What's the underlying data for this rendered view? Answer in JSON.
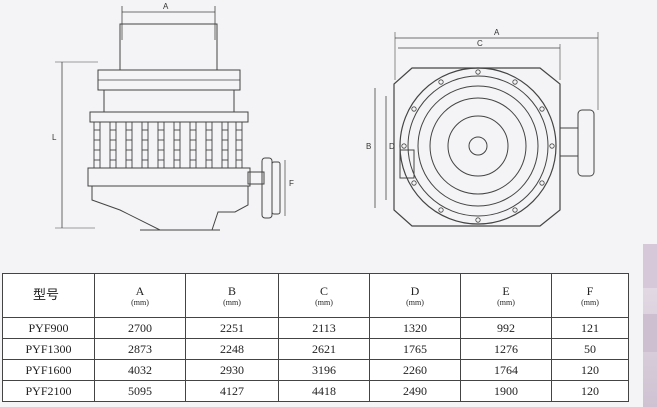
{
  "drawing": {
    "front_view": {
      "dim_labels": [
        "L",
        "A",
        "F"
      ]
    },
    "plan_view": {
      "dim_labels": [
        "A",
        "C",
        "B",
        "D"
      ]
    }
  },
  "table": {
    "header": {
      "model": "型号",
      "columns": [
        {
          "key": "A",
          "unit": "(mm)"
        },
        {
          "key": "B",
          "unit": "(mm)"
        },
        {
          "key": "C",
          "unit": "(mm)"
        },
        {
          "key": "D",
          "unit": "(mm)"
        },
        {
          "key": "E",
          "unit": "(mm)"
        },
        {
          "key": "F",
          "unit": "(mm)"
        }
      ]
    },
    "rows": [
      {
        "model": "PYF900",
        "values": [
          "2700",
          "2251",
          "2113",
          "1320",
          "992",
          "121"
        ]
      },
      {
        "model": "PYF1300",
        "values": [
          "2873",
          "2248",
          "2621",
          "1765",
          "1276",
          "50"
        ]
      },
      {
        "model": "PYF1600",
        "values": [
          "4032",
          "2930",
          "3196",
          "2260",
          "1764",
          "120"
        ]
      },
      {
        "model": "PYF2100",
        "values": [
          "5095",
          "4127",
          "4418",
          "2490",
          "1900",
          "120"
        ]
      }
    ]
  }
}
